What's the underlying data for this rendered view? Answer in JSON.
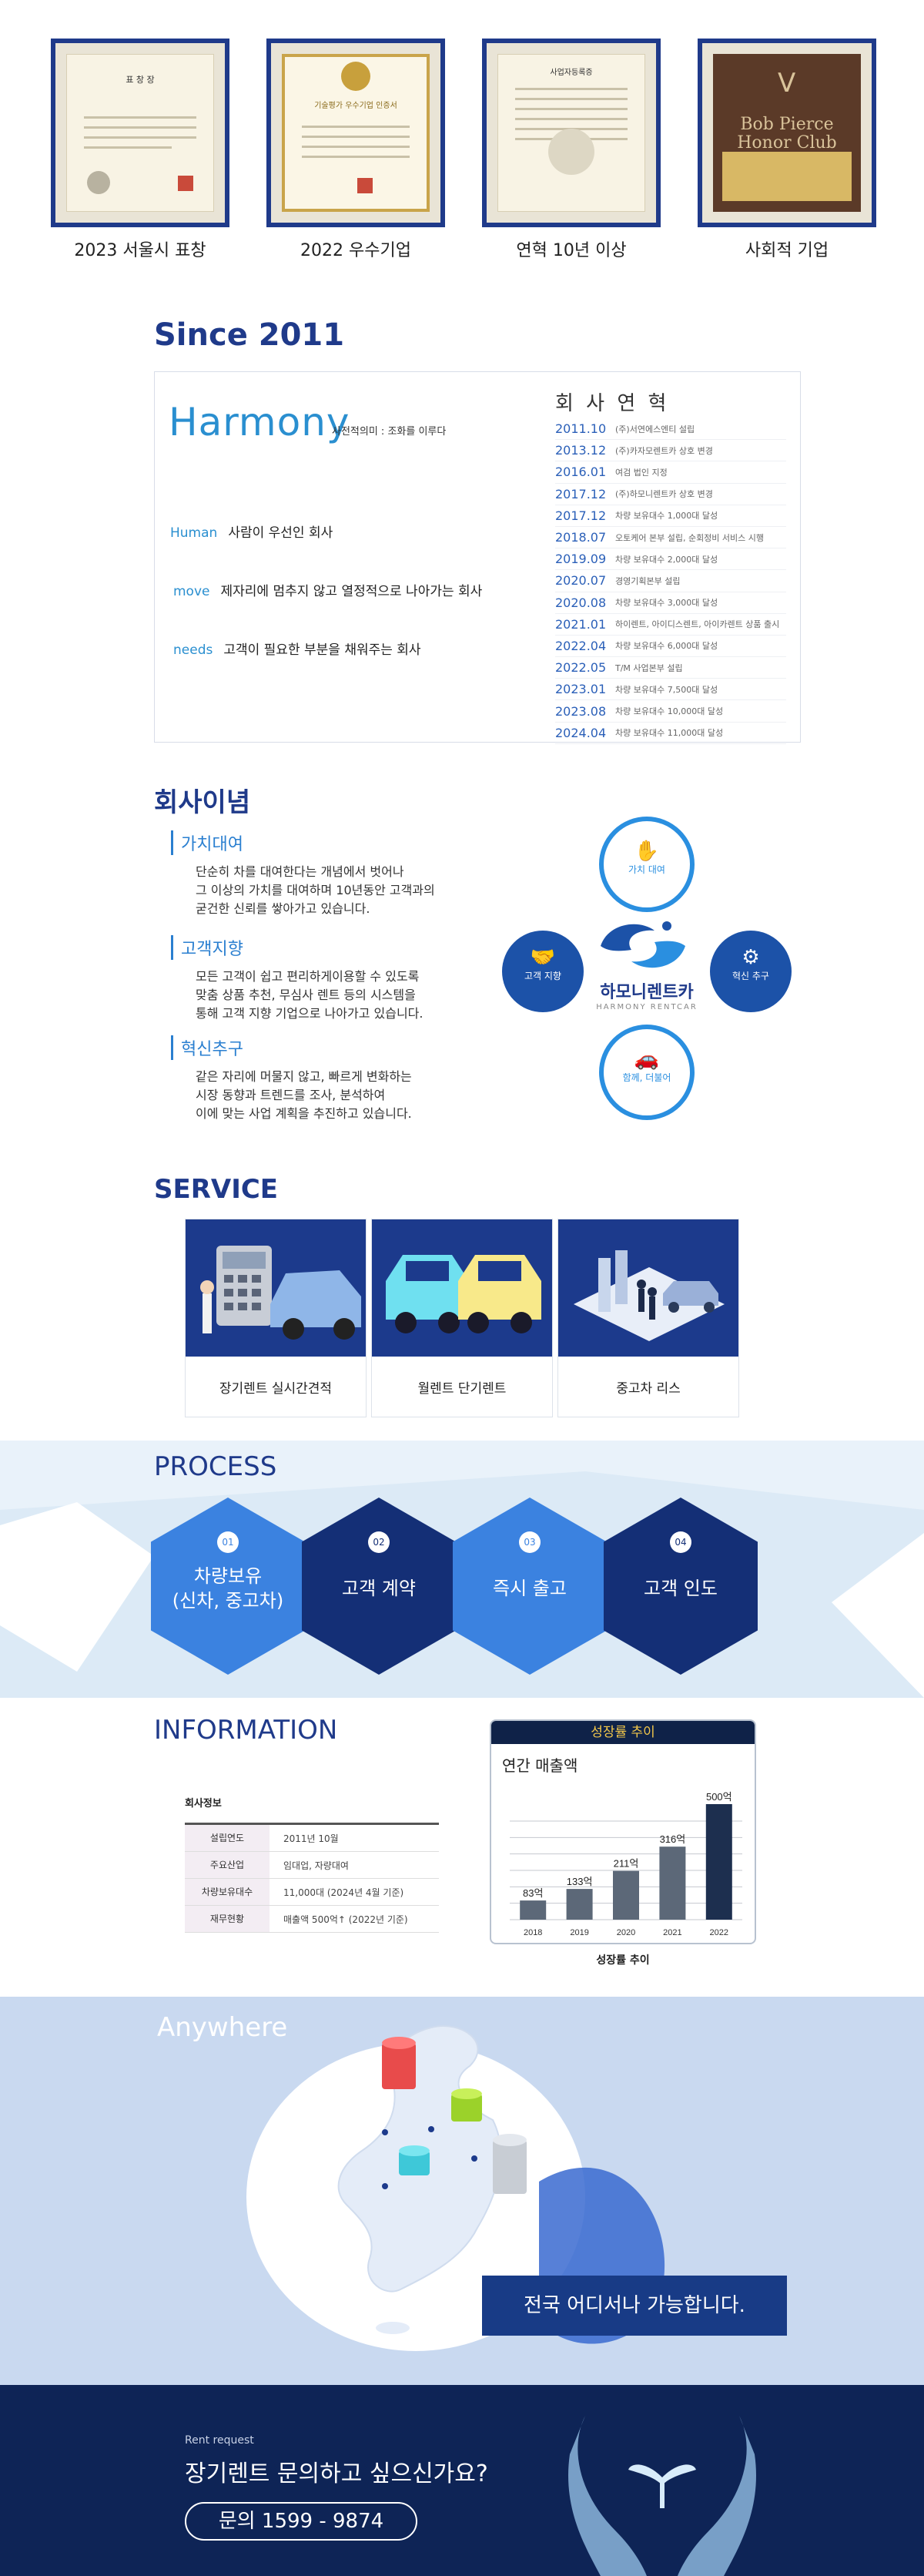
{
  "awards": [
    {
      "caption": "2023 서울시 표창",
      "doc_title": "표 창 장"
    },
    {
      "caption": "2022 우수기업",
      "doc_title": "기술평가 우수기업 인증서"
    },
    {
      "caption": "연혁 10년 이상",
      "doc_title": "사업자등록증"
    },
    {
      "caption": "사회적 기업",
      "doc_title": "Bob Pierce Honor Club"
    }
  ],
  "since": {
    "title": "Since 2011",
    "harmony_word": "Harmony",
    "harmony_sub": "사전적의미 : 조화를 이루다",
    "values": [
      {
        "key": "Human",
        "text": "사람이 우선인 회사"
      },
      {
        "key": "move",
        "text": "제자리에 멈추지 않고 열정적으로 나아가는 회사"
      },
      {
        "key": "needs",
        "text": "고객이 필요한 부분을 채워주는 회사"
      }
    ],
    "history_title": "회 사 연 혁",
    "history": [
      {
        "year": "2011.10",
        "text": "(주)서연에스엔티 설립"
      },
      {
        "year": "2013.12",
        "text": "(주)카자모렌트카 상호 변경"
      },
      {
        "year": "2016.01",
        "text": "여검 법인 지정"
      },
      {
        "year": "2017.12",
        "text": "(주)하모니렌트카 상호 변경"
      },
      {
        "year": "2017.12",
        "text": "차량 보유대수 1,000대 달성"
      },
      {
        "year": "2018.07",
        "text": "오토케어 본부 설립, 순회정비 서비스 시행"
      },
      {
        "year": "2019.09",
        "text": "차량 보유대수 2,000대 달성"
      },
      {
        "year": "2020.07",
        "text": "경영기획본부 설립"
      },
      {
        "year": "2020.08",
        "text": "차량 보유대수 3,000대 달성"
      },
      {
        "year": "2021.01",
        "text": "하이렌트, 아이디스렌트, 아이카렌트 상품 출시"
      },
      {
        "year": "2022.04",
        "text": "차량 보유대수 6,000대 달성"
      },
      {
        "year": "2022.05",
        "text": "T/M 사업본부 설립"
      },
      {
        "year": "2023.01",
        "text": "차량 보유대수 7,500대 달성"
      },
      {
        "year": "2023.08",
        "text": "차량 보유대수 10,000대 달성"
      },
      {
        "year": "2024.04",
        "text": "차량 보유대수 11,000대 달성"
      }
    ]
  },
  "philosophy": {
    "title": "회사이념",
    "items": [
      {
        "heading": "가치대여",
        "body": "단순히 차를 대여한다는 개념에서 벗어나\n그 이상의 가치를 대여하며 10년동안 고객과의\n굳건한 신뢰를 쌓아가고 있습니다."
      },
      {
        "heading": "고객지향",
        "body": "모든 고객이 쉽고 편리하게이용할 수 있도록\n맞춤 상품 추천, 무심사 렌트 등의 시스템을\n통해 고객 지향 기업으로 나아가고 있습니다."
      },
      {
        "heading": "혁신추구",
        "body": "같은 자리에 머물지 않고, 빠르게 변화하는\n시장 동향과 트렌드를 조사, 분석하여\n이에 맞는 사업 계획을 추진하고 있습니다."
      }
    ],
    "circles": {
      "top": "가치 대여",
      "left": "고객 지향",
      "right": "혁신 추구",
      "bottom": "함께, 더불어"
    },
    "logo_name": "하모니렌트카",
    "logo_en": "HARMONY RENTCAR"
  },
  "service": {
    "title": "SERVICE",
    "cards": [
      {
        "label": "장기렌트 실시간견적"
      },
      {
        "label": "월렌트 단기렌트"
      },
      {
        "label": "중고차 리스"
      }
    ]
  },
  "process": {
    "title": "PROCESS",
    "steps": [
      {
        "num": "01",
        "text": "차량보유\n(신차, 중고차)"
      },
      {
        "num": "02",
        "text": "고객 계약"
      },
      {
        "num": "03",
        "text": "즉시 출고"
      },
      {
        "num": "04",
        "text": "고객 인도"
      }
    ]
  },
  "information": {
    "title": "INFORMATION",
    "company_caption": "회사정보",
    "rows": [
      {
        "k": "설립연도",
        "v": "2011년 10월"
      },
      {
        "k": "주요산업",
        "v": "임대업, 자량대여"
      },
      {
        "k": "차량보유대수",
        "v": "11,000대 (2024년 4월 기준)"
      },
      {
        "k": "재무현황",
        "v": "매출액 500억↑ (2022년 기준)"
      }
    ],
    "chart_header": "성장률 추이",
    "chart_caption": "성장률 추이"
  },
  "chart_data": {
    "type": "bar",
    "title": "연간 매출액",
    "categories": [
      "2018",
      "2019",
      "2020",
      "2021",
      "2022"
    ],
    "values": [
      83,
      133,
      211,
      316,
      500
    ],
    "value_labels": [
      "83억",
      "133억",
      "211억",
      "316억",
      "500억"
    ],
    "grid": true,
    "colors": [
      "#5c6878",
      "#5c6878",
      "#5c6878",
      "#5c6878",
      "#1d2f4f"
    ]
  },
  "anywhere": {
    "title": "Anywhere",
    "message": "전국 어디서나 가능합니다."
  },
  "footer": {
    "small": "Rent request",
    "big": "장기렌트 문의하고 싶으신가요?",
    "button": "문의 1599 - 9874"
  }
}
